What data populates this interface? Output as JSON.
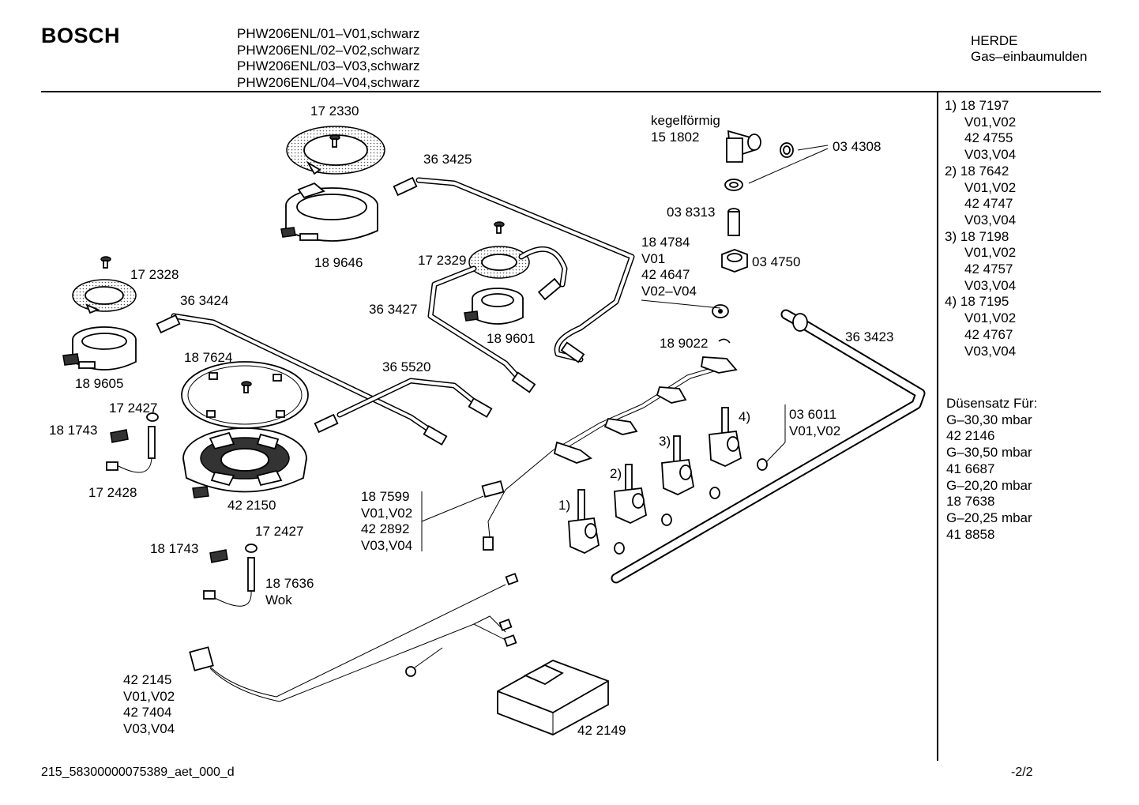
{
  "header": {
    "brand": "BOSCH",
    "models": [
      "PHW206ENL/01–V01,schwarz",
      "PHW206ENL/02–V02,schwarz",
      "PHW206ENL/03–V03,schwarz",
      "PHW206ENL/04–V04,schwarz"
    ],
    "category_line1": "HERDE",
    "category_line2": "Gas–einbaumulden"
  },
  "legend": [
    {
      "num": "1)",
      "lines": [
        "18 7197",
        "V01,V02",
        "42 4755",
        "V03,V04"
      ]
    },
    {
      "num": "2)",
      "lines": [
        "18 7642",
        "V01,V02",
        "42 4747",
        "V03,V04"
      ]
    },
    {
      "num": "3)",
      "lines": [
        "18 7198",
        "V01,V02",
        "42 4757",
        "V03,V04"
      ]
    },
    {
      "num": "4)",
      "lines": [
        "18 7195",
        "V01,V02",
        "42 4767",
        "V03,V04"
      ]
    }
  ],
  "nozzle_set": {
    "title": "Düsensatz Für:",
    "lines": [
      "G–30,30 mbar",
      "42 2146",
      "G–30,50  mbar",
      "41 6687",
      "G–20,20 mbar",
      "18 7638",
      "G–20,25 mbar",
      "41 8858"
    ]
  },
  "part_labels": {
    "p172330": "17 2330",
    "p363425": "36 3425",
    "p189646": "18 9646",
    "p172328": "17 2328",
    "p363424": "36 3424",
    "p189605": "18 9605",
    "p187624": "18 7624",
    "p172427a": "17 2427",
    "p181743a": "18 1743",
    "p172428": "17 2428",
    "p422150": "42 2150",
    "p172427b": "17 2427",
    "p181743b": "18 1743",
    "p187636": "18 7636",
    "wok": "Wok",
    "p172329": "17 2329",
    "p363427": "36 3427",
    "p189601": "18 9601",
    "p365520": "36 5520",
    "kegel": "kegelförmig",
    "p151802": "15 1802",
    "p034308": "03 4308",
    "p038313": "03 8313",
    "p034750": "03 4750",
    "p184784": [
      "18 4784",
      "V01",
      "42 4647",
      "V02–V04"
    ],
    "p189022": "18 9022",
    "p363423": "36 3423",
    "p036011": [
      "03 6011",
      "V01,V02"
    ],
    "p187599": [
      "18 7599",
      "V01,V02",
      "42 2892",
      "V03,V04"
    ],
    "p422145": [
      "42 2145",
      "V01,V02",
      "42 7404",
      "V03,V04"
    ],
    "p422149": "42 2149",
    "tap1": "1)",
    "tap2": "2)",
    "tap3": "3)",
    "tap4": "4)"
  },
  "footer": {
    "doc_id": "215_58300000075389_aet_000_d",
    "page": "-2/2"
  }
}
